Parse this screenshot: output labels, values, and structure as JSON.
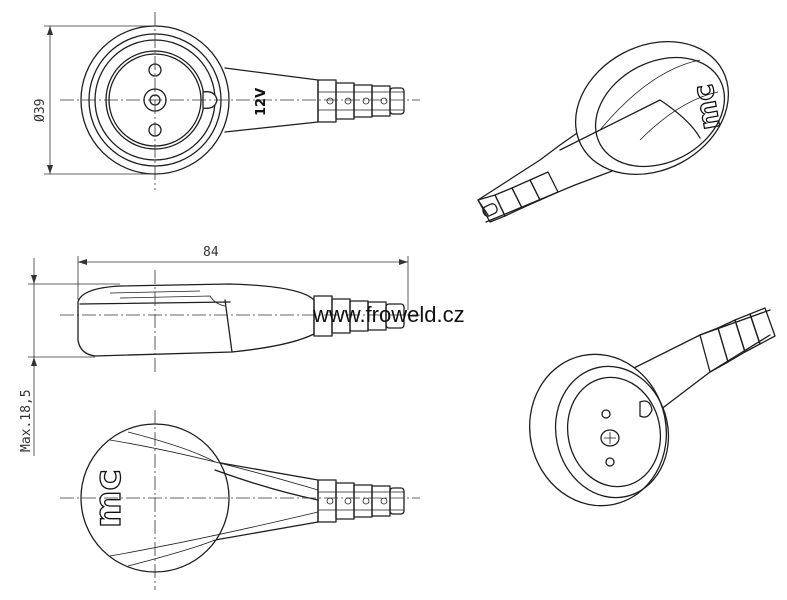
{
  "dimensions": {
    "diameter": "Ø39",
    "length": "84",
    "height": "Max.18,5"
  },
  "labels": {
    "voltage": "12V",
    "logo_mark": "mc"
  },
  "watermark": "www.froweld.cz"
}
